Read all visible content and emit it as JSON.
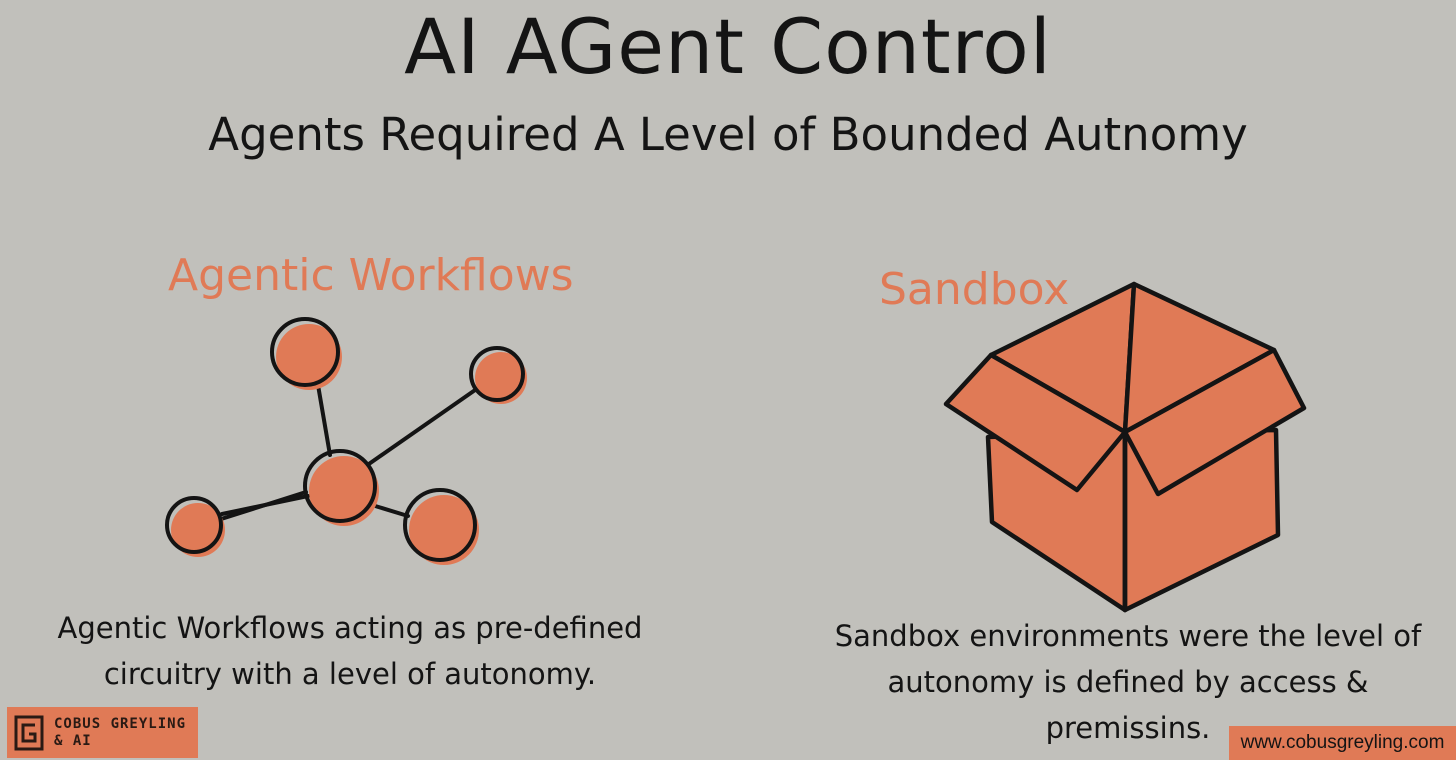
{
  "header": {
    "title": "AI AGent Control",
    "subtitle": "Agents Required A Level of Bounded Autnomy"
  },
  "left_section": {
    "heading": "Agentic Workflows",
    "caption_line1": "Agentic Workflows acting as pre-defined",
    "caption_line2": "circuitry with a level of autonomy.",
    "illustration_icon": "network-graph-icon"
  },
  "right_section": {
    "heading": "Sandbox",
    "caption_line1": "Sandbox environments were the level of",
    "caption_line2": "autonomy is defined by access & premissins.",
    "illustration_icon": "open-box-icon"
  },
  "footer": {
    "brand_line1": "COBUS GREYLING",
    "brand_line2": "& AI",
    "url": "www.cobusgreyling.com"
  },
  "colors": {
    "background": "#c1c0bb",
    "accent": "#e07a56",
    "ink": "#141414"
  }
}
